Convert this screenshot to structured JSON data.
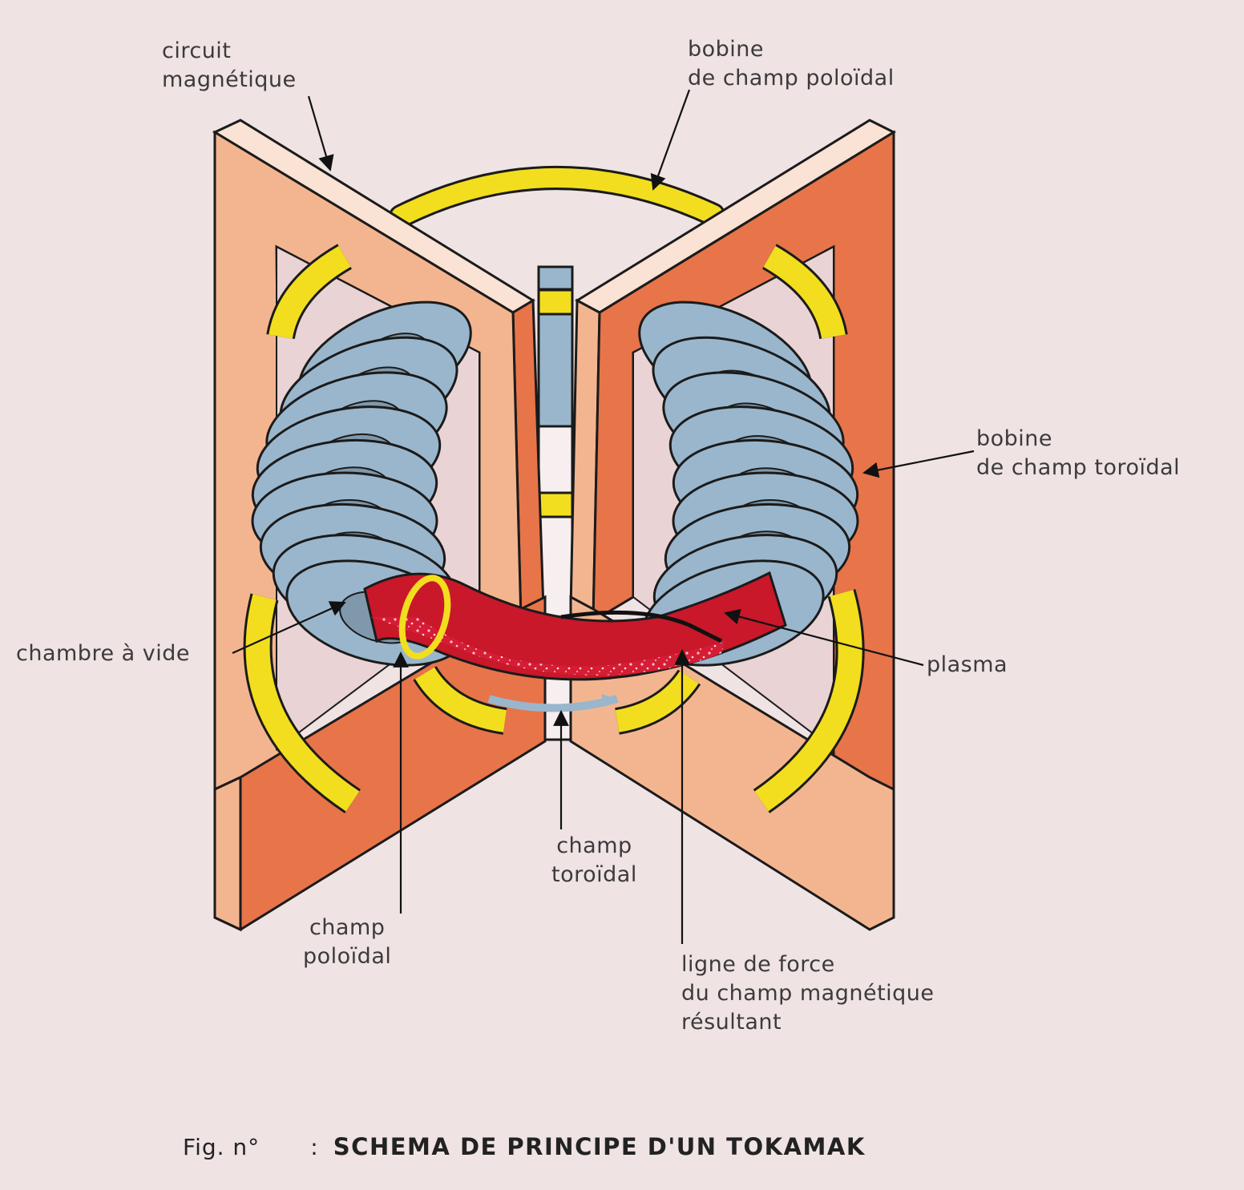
{
  "labels": {
    "circuit_magnetique": [
      "circuit",
      "magnétique"
    ],
    "bobine_poloidal": [
      "bobine",
      "de champ poloïdal"
    ],
    "bobine_toroidal": [
      "bobine",
      "de champ toroïdal"
    ],
    "chambre_a_vide": "chambre à vide",
    "plasma": "plasma",
    "champ_toroidal": [
      "champ",
      "toroïdal"
    ],
    "champ_poloidal": [
      "champ",
      "poloïdal"
    ],
    "ligne_de_force": [
      "ligne de force",
      "du champ magnétique",
      "résultant"
    ]
  },
  "caption": {
    "fig": "Fig. n°",
    "separator": ":",
    "title": "SCHEMA DE PRINCIPE D'UN TOKAMAK"
  },
  "colors": {
    "background": "#efe3e4",
    "core_light": "#f3b590",
    "core_dark": "#e8744a",
    "coil_blue": "#9ab6cc",
    "coil_yellow": "#f2de1e",
    "plasma_red": "#c8182a"
  }
}
